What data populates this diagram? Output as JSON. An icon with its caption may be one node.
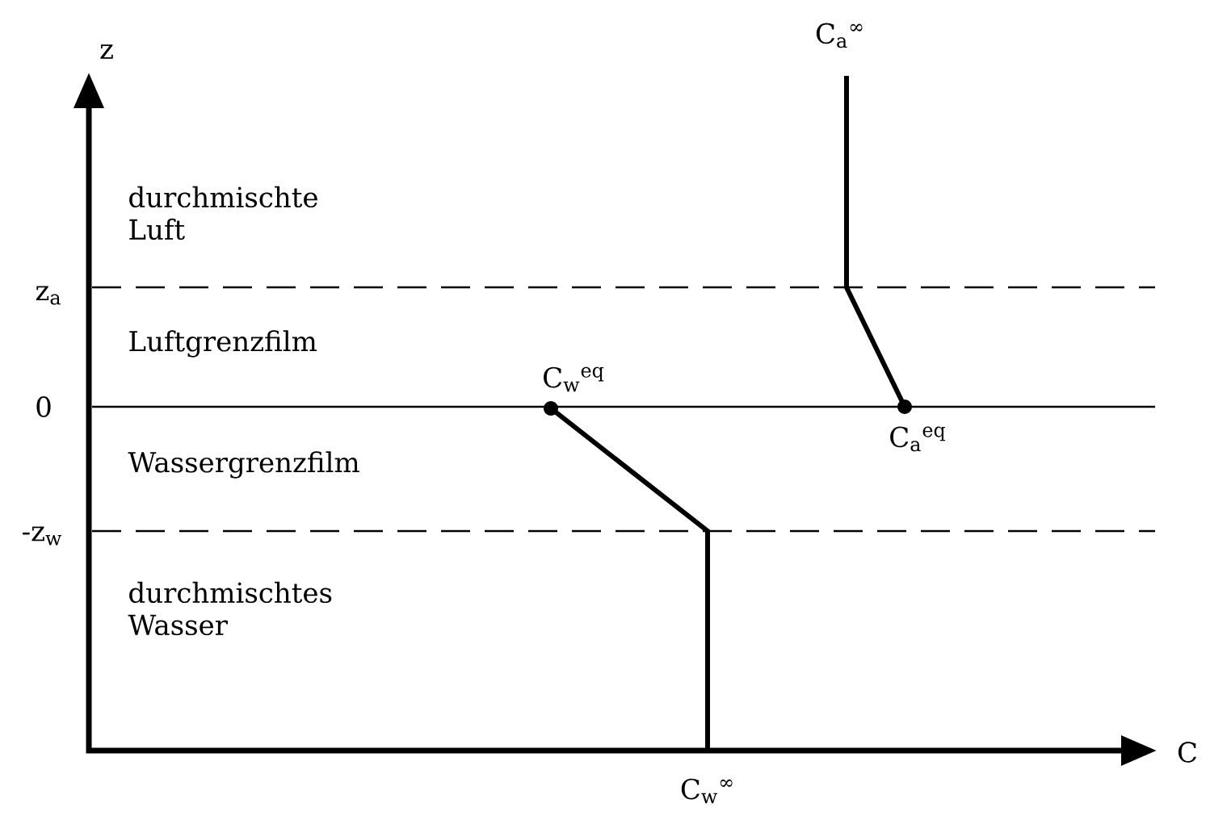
{
  "diagram": {
    "labels": [
      "z",
      "C$_{a}$$^{∞}$",
      "durchmischte Luft",
      "z$_{a}$",
      "Luftgrenzfilm",
      "C$_{w}$$^{eq}$",
      "0",
      "C$_{a}$$^{eq}$",
      "Wassergrenzfilm",
      "-z$_{w}$",
      "durchmischtes Wasser",
      "C",
      "C$_{w}$$^{∞}$"
    ]
  }
}
